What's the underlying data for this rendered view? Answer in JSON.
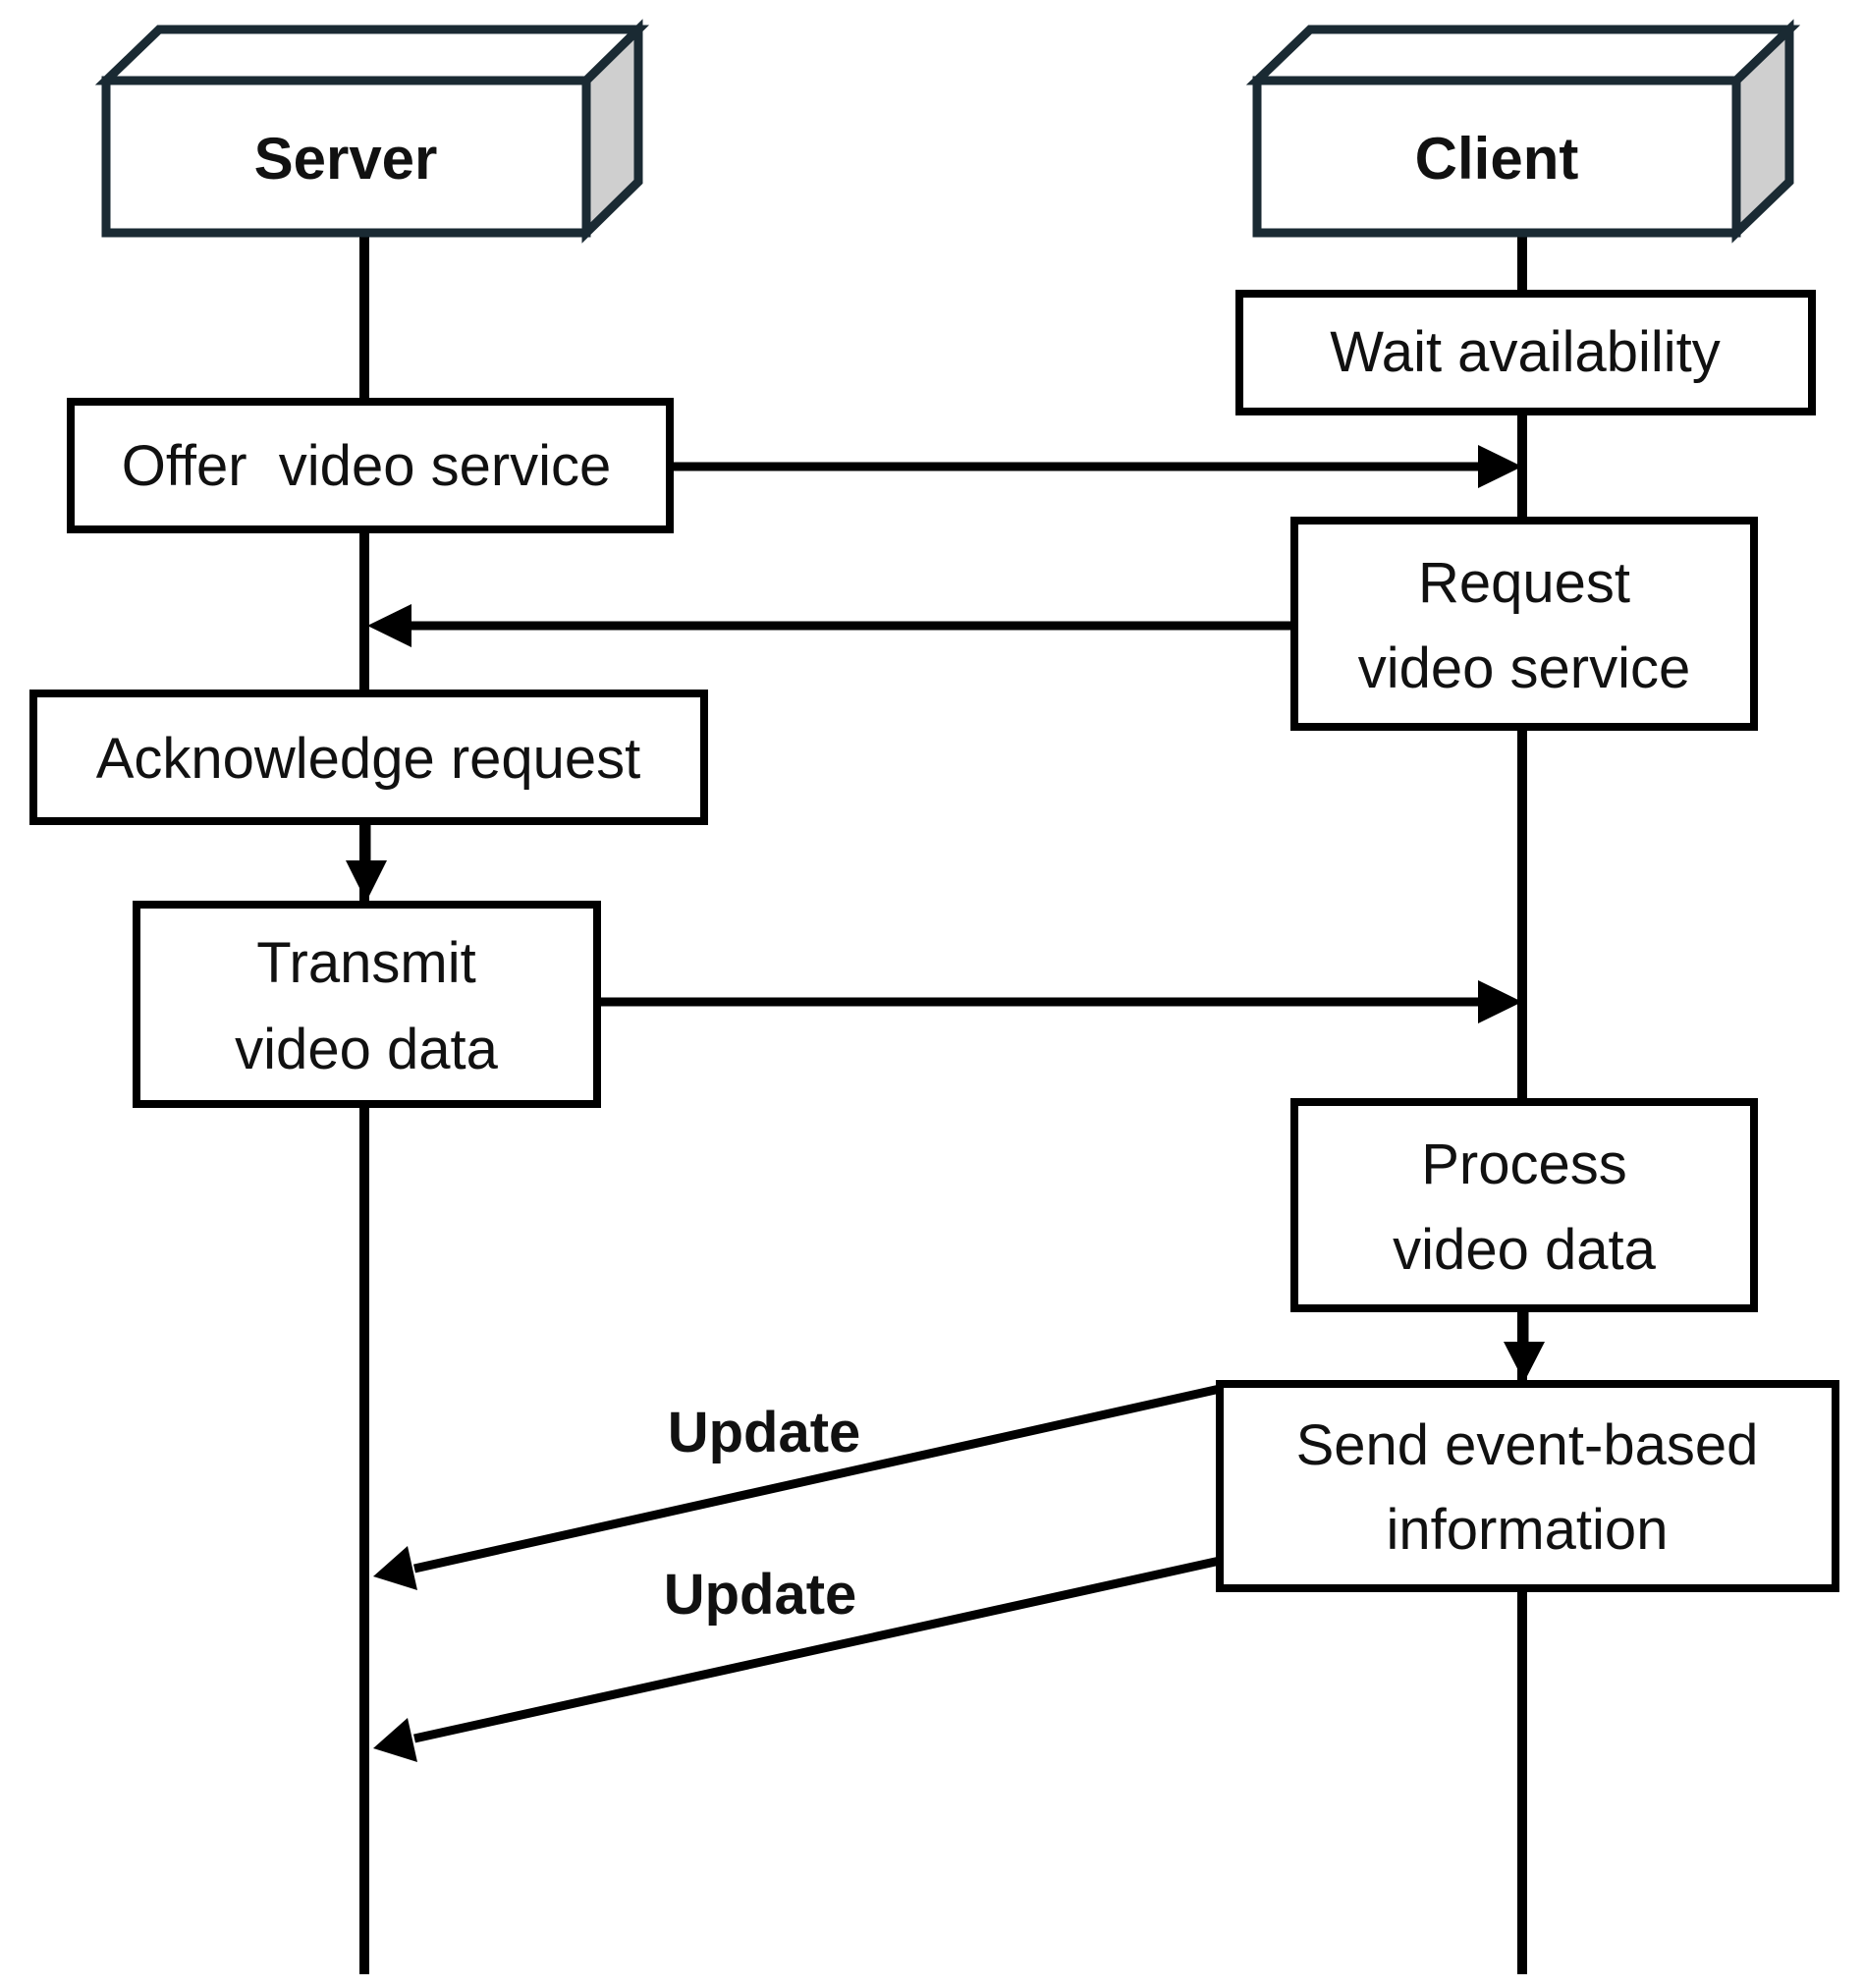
{
  "participants": {
    "server": "Server",
    "client": "Client"
  },
  "steps": {
    "wait_availability": [
      "Wait availability"
    ],
    "offer_video_service": [
      "Offer  video service"
    ],
    "request_video_service": [
      "Request",
      "video service"
    ],
    "acknowledge_request": [
      "Acknowledge request"
    ],
    "transmit_video_data": [
      "Transmit",
      "video data"
    ],
    "process_video_data": [
      "Process",
      "video data"
    ],
    "send_event_based_information": [
      "Send event-based",
      "information"
    ]
  },
  "messages": {
    "update_1": "Update",
    "update_2": "Update"
  }
}
